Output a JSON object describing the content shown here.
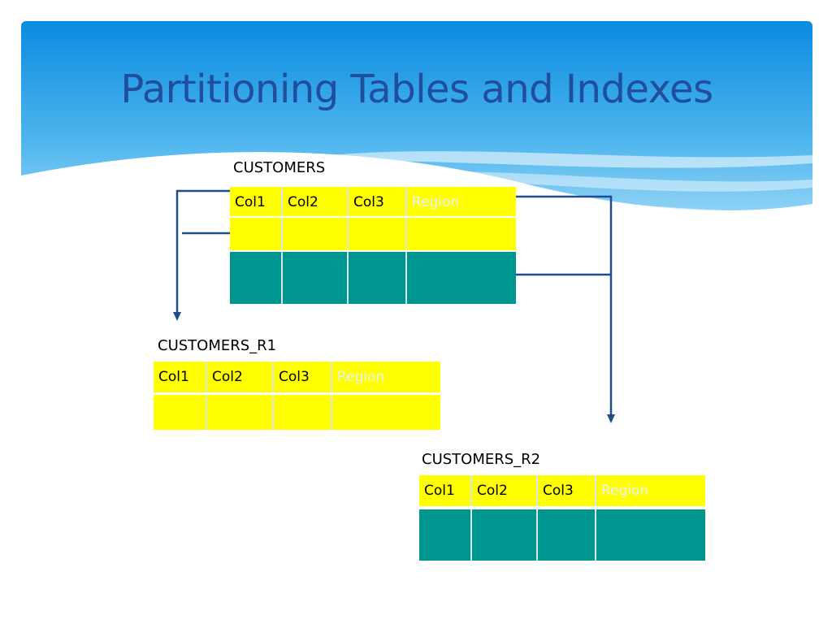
{
  "slide": {
    "title": "Partitioning Tables and Indexes"
  },
  "colors": {
    "banner_top": "#0a8be0",
    "banner_bottom": "#8fd2f5",
    "title": "#1f4e9c",
    "row_yellow": "#ffff00",
    "row_teal": "#009690",
    "connector": "#1f4e8c"
  },
  "tables": {
    "customers": {
      "name": "CUSTOMERS",
      "columns": [
        "Col1",
        "Col2",
        "Col3",
        "Region"
      ]
    },
    "customers_r1": {
      "name": "CUSTOMERS_R1",
      "columns": [
        "Col1",
        "Col2",
        "Col3",
        "Region"
      ]
    },
    "customers_r2": {
      "name": "CUSTOMERS_R2",
      "columns": [
        "Col1",
        "Col2",
        "Col3",
        "Region"
      ]
    }
  }
}
